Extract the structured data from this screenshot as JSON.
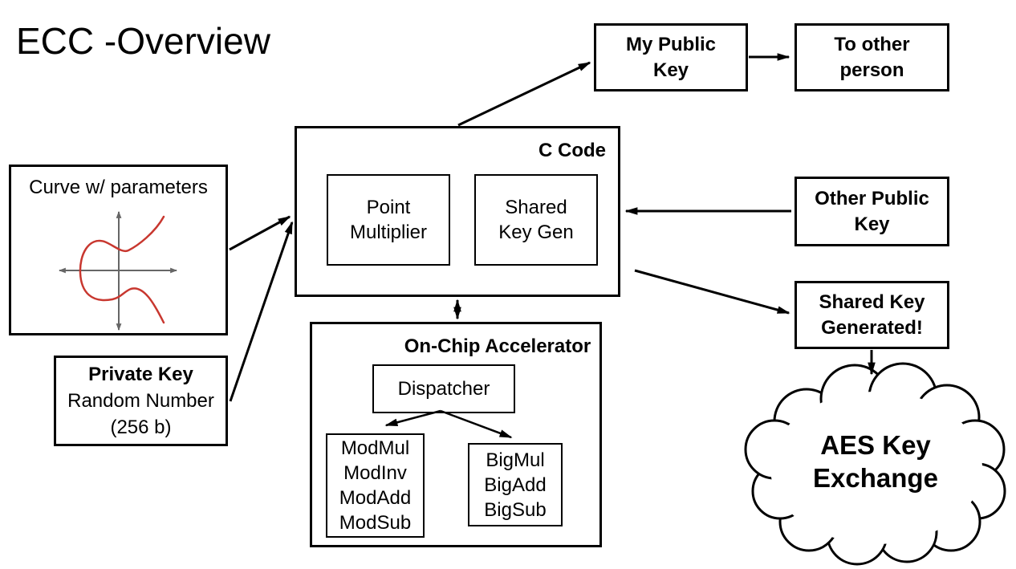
{
  "title": "ECC -Overview",
  "curve_panel": {
    "label": "Curve w/ parameters"
  },
  "private_key": {
    "title": "Private Key",
    "line2": "Random Number",
    "line3": "(256 b)"
  },
  "c_code": {
    "title": "C Code",
    "point_multiplier": "Point\nMultiplier",
    "shared_key_gen": "Shared\nKey Gen"
  },
  "accelerator": {
    "title": "On-Chip Accelerator",
    "dispatcher": "Dispatcher",
    "mod_units": "ModMul\nModInv\nModAdd\nModSub",
    "big_units": "BigMul\nBigAdd\nBigSub"
  },
  "outputs": {
    "my_public_key": "My Public\nKey",
    "to_other_person": "To other\nperson",
    "other_public_key": "Other Public\nKey",
    "shared_key_generated": "Shared Key\nGenerated!",
    "aes_cloud": "AES Key\nExchange"
  },
  "connections": [
    {
      "from": "curve-parameters-box",
      "to": "c-code-box"
    },
    {
      "from": "private-key-box",
      "to": "c-code-box"
    },
    {
      "from": "c-code-box",
      "to": "my-public-key-box"
    },
    {
      "from": "my-public-key-box",
      "to": "to-other-person-box"
    },
    {
      "from": "other-public-key-box",
      "to": "c-code-box"
    },
    {
      "from": "c-code-box",
      "to": "shared-key-generated-box"
    },
    {
      "from": "c-code-box",
      "to": "on-chip-accelerator-box",
      "bidirectional": true
    },
    {
      "from": "shared-key-generated-box",
      "to": "aes-key-exchange-cloud"
    },
    {
      "from": "dispatcher-box",
      "to": "mod-units-box"
    },
    {
      "from": "dispatcher-box",
      "to": "big-units-box"
    }
  ],
  "colors": {
    "curve_red": "#c8372f",
    "axis_gray": "#666666",
    "line_black": "#000000",
    "background": "#ffffff"
  }
}
